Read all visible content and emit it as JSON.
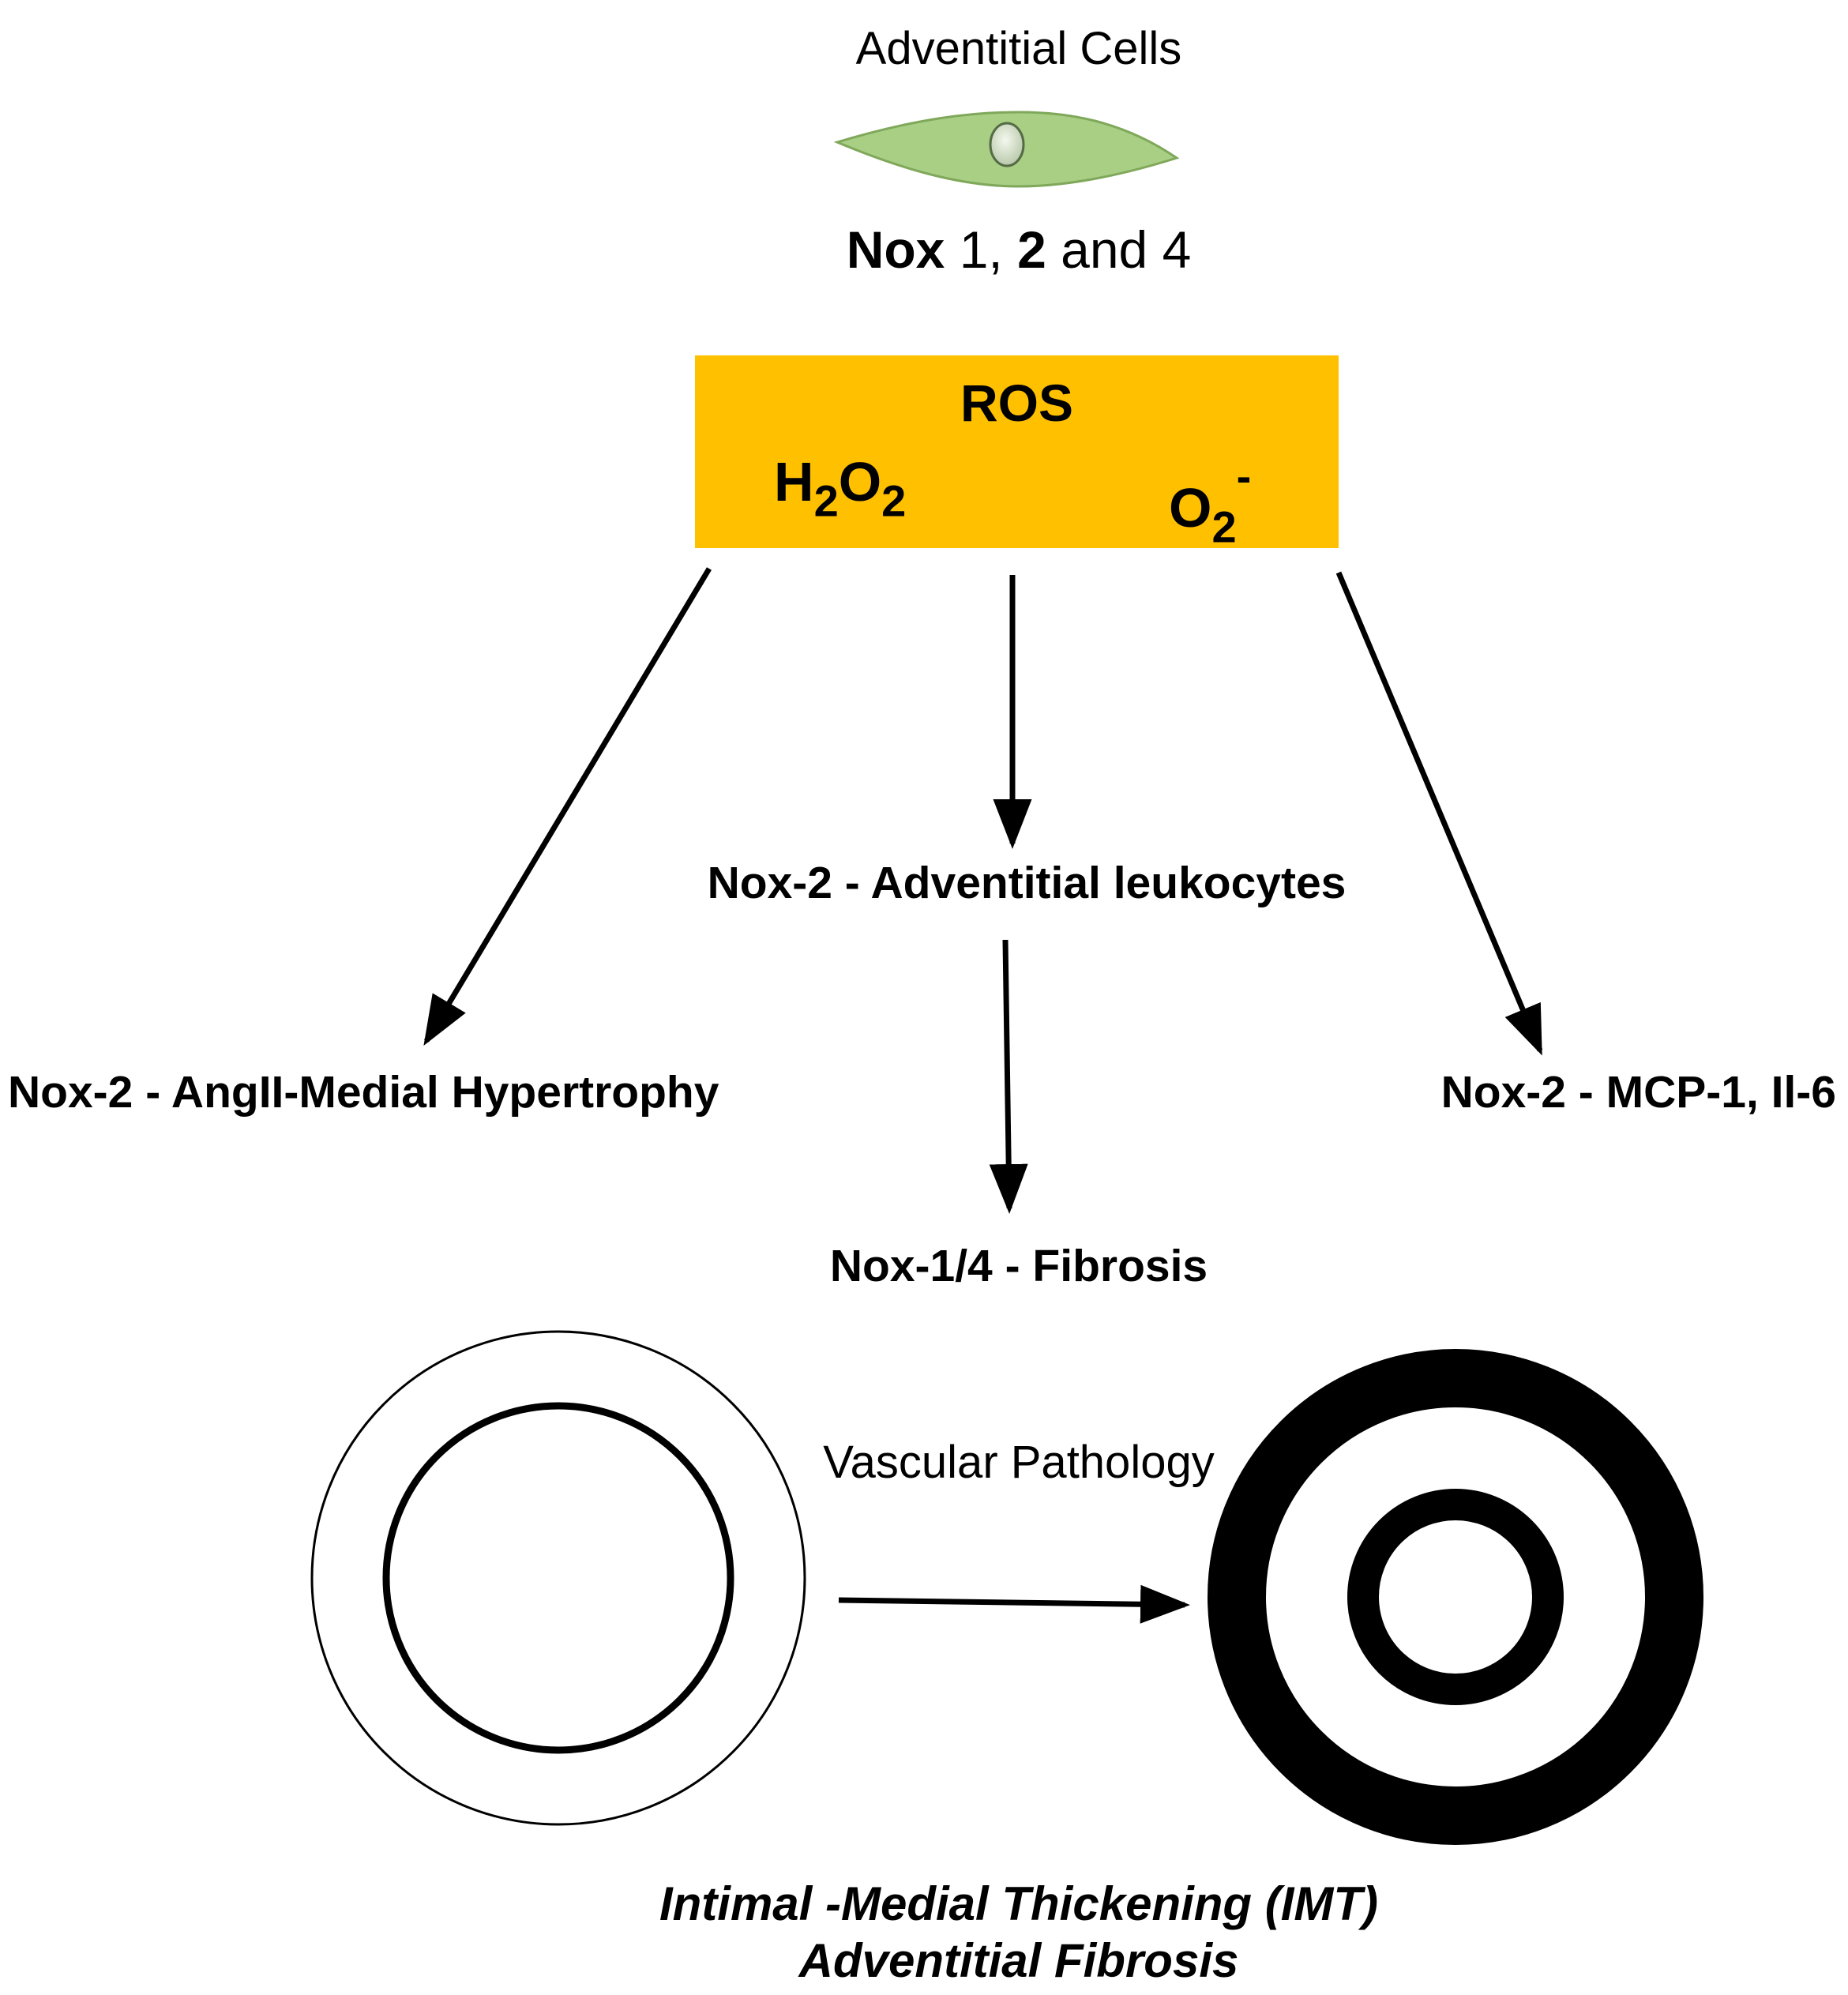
{
  "cell_label": "Adventitial Cells",
  "nox_line": {
    "nox": "Nox",
    "one": " 1, ",
    "two": "2",
    "rest": " and 4"
  },
  "ros_box": {
    "title": "ROS",
    "h2o2": {
      "h": "H",
      "sub1": "2",
      "o": "O",
      "sub2": "2"
    },
    "o2": {
      "o": "O",
      "sub": "2",
      "sup": "-"
    },
    "fill_color": "#FFC000"
  },
  "branches": {
    "center": "Nox-2 - Adventitial leukocytes",
    "left": "Nox-2 - AngII-Medial Hypertrophy",
    "right": "Nox-2 - MCP-1, Il-6",
    "bottom": "Nox-1/4 - Fibrosis"
  },
  "pathology_label": "Vascular Pathology",
  "outcome": {
    "line1": "Intimal -Medial Thickening (IMT)",
    "line2": "Adventitial Fibrosis"
  },
  "colors": {
    "cell_fill": "#A9CF85",
    "cell_stroke": "#7FA85A",
    "arrow": "#000000"
  }
}
